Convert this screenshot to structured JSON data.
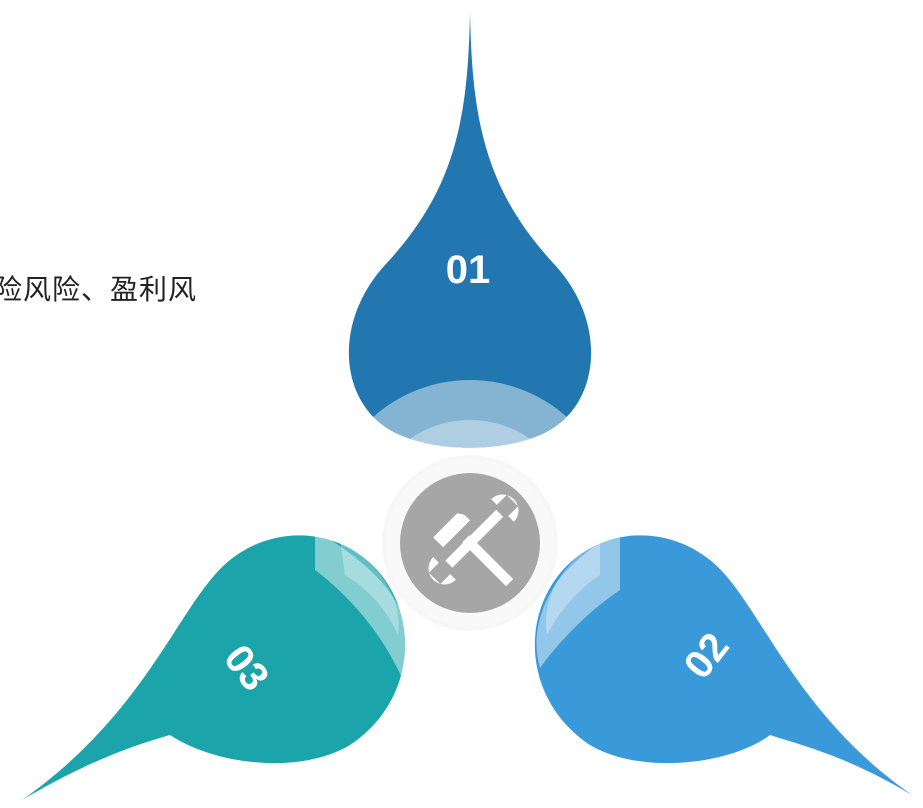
{
  "side_text": "险风险、盈利风",
  "petals": [
    {
      "id": "01",
      "label": "01",
      "color": "#2277b0"
    },
    {
      "id": "02",
      "label": "02",
      "color": "#3a9ad9"
    },
    {
      "id": "03",
      "label": "03",
      "color": "#1ba5aa"
    }
  ],
  "center_icon": "hammer-wrench-icon",
  "colors": {
    "center": "#a6a6a6",
    "halo": "#f7f7f7"
  }
}
